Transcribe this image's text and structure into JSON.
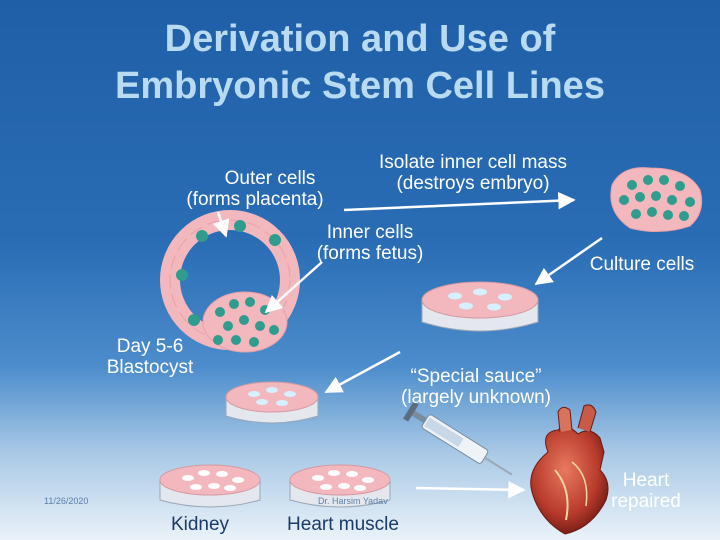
{
  "title": {
    "line1": "Derivation and Use of",
    "line2": "Embryonic Stem Cell Lines"
  },
  "labels": {
    "outer_cells": "Outer cells",
    "outer_cells_sub": "(forms placenta)",
    "isolate": "Isolate inner cell mass",
    "isolate_sub": "(destroys embryo)",
    "inner_cells": "Inner cells",
    "inner_cells_sub": "(forms fetus)",
    "culture_cells": "Culture cells",
    "blastocyst_day": "Day 5-6",
    "blastocyst": "Blastocyst",
    "special_sauce": "“Special sauce”",
    "special_sauce_sub": "(largely unknown)",
    "heart_repaired": "Heart",
    "heart_repaired_sub": "repaired",
    "kidney": "Kidney",
    "heart_muscle": "Heart muscle"
  },
  "footer": {
    "date": "11/26/2020",
    "author": "Dr. Harsim Yadav"
  },
  "colors": {
    "title": "#b9dbf2",
    "dish_pink": "#f3b8be",
    "cell_teal": "#2f9c8e",
    "arrow": "#ffffff"
  }
}
